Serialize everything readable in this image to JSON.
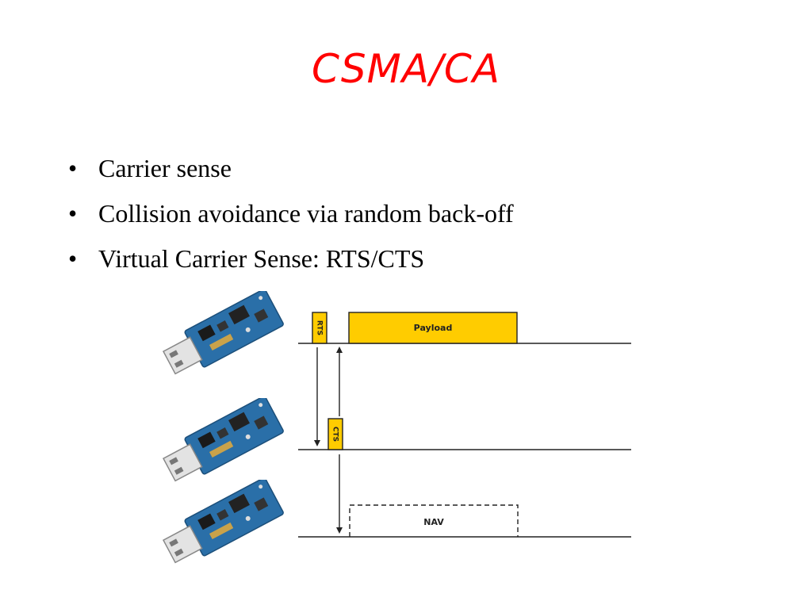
{
  "slide": {
    "title": "CSMA/CA",
    "bullets": [
      "Carrier sense",
      "Collision avoidance via random back-off",
      "Virtual Carrier Sense: RTS/CTS"
    ],
    "bullet_symbol": "•"
  },
  "diagram": {
    "rts_label": "RTS",
    "payload_label": "Payload",
    "cts_label": "CTS",
    "nav_label": "NAV",
    "colors": {
      "frame_fill": "#ffcc00",
      "line": "#222222",
      "board": "#2a6fa8"
    }
  }
}
